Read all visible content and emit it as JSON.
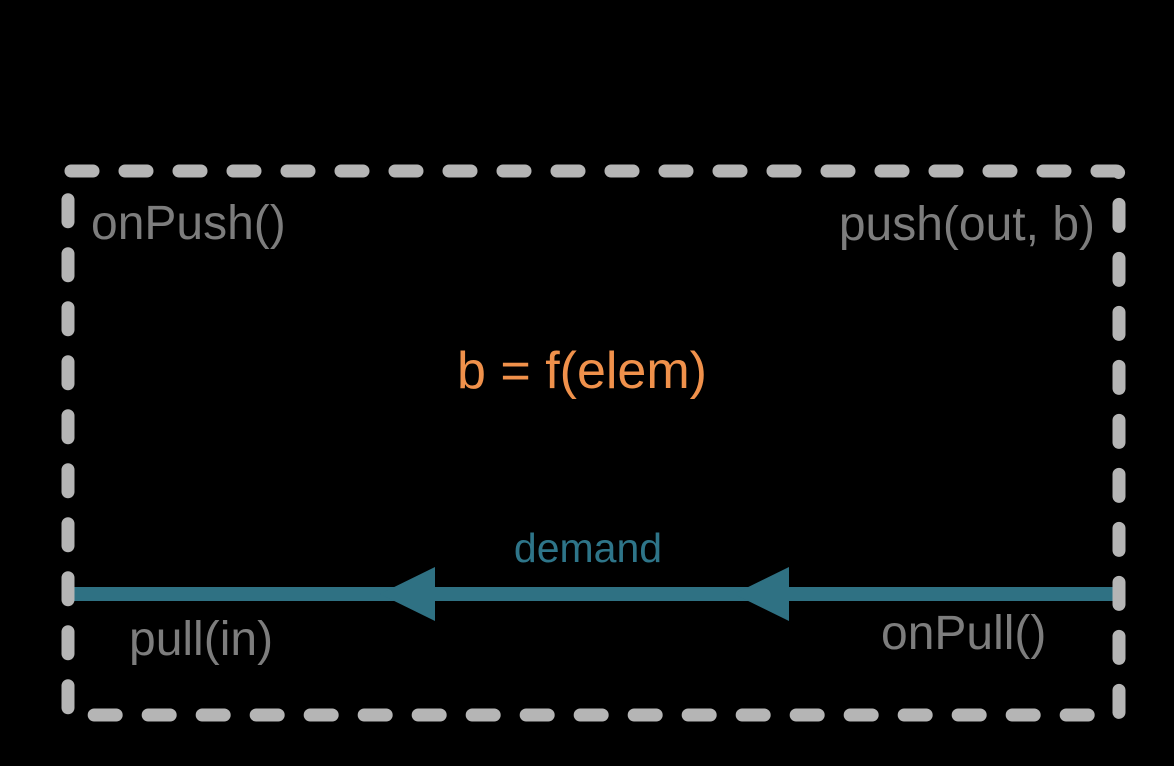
{
  "colors": {
    "background": "#000000",
    "border_gray": "#b5b5b5",
    "label_gray": "#7d7d7d",
    "arrow_teal": "#2f7183",
    "demand_teal": "#2e7589",
    "formula_orange": "#f0914b"
  },
  "diagram": {
    "labels": {
      "on_push": "onPush()",
      "push_out": "push(out, b)",
      "formula": "b = f(elem)",
      "demand": "demand",
      "pull_in": "pull(in)",
      "on_pull": "onPull()"
    }
  }
}
